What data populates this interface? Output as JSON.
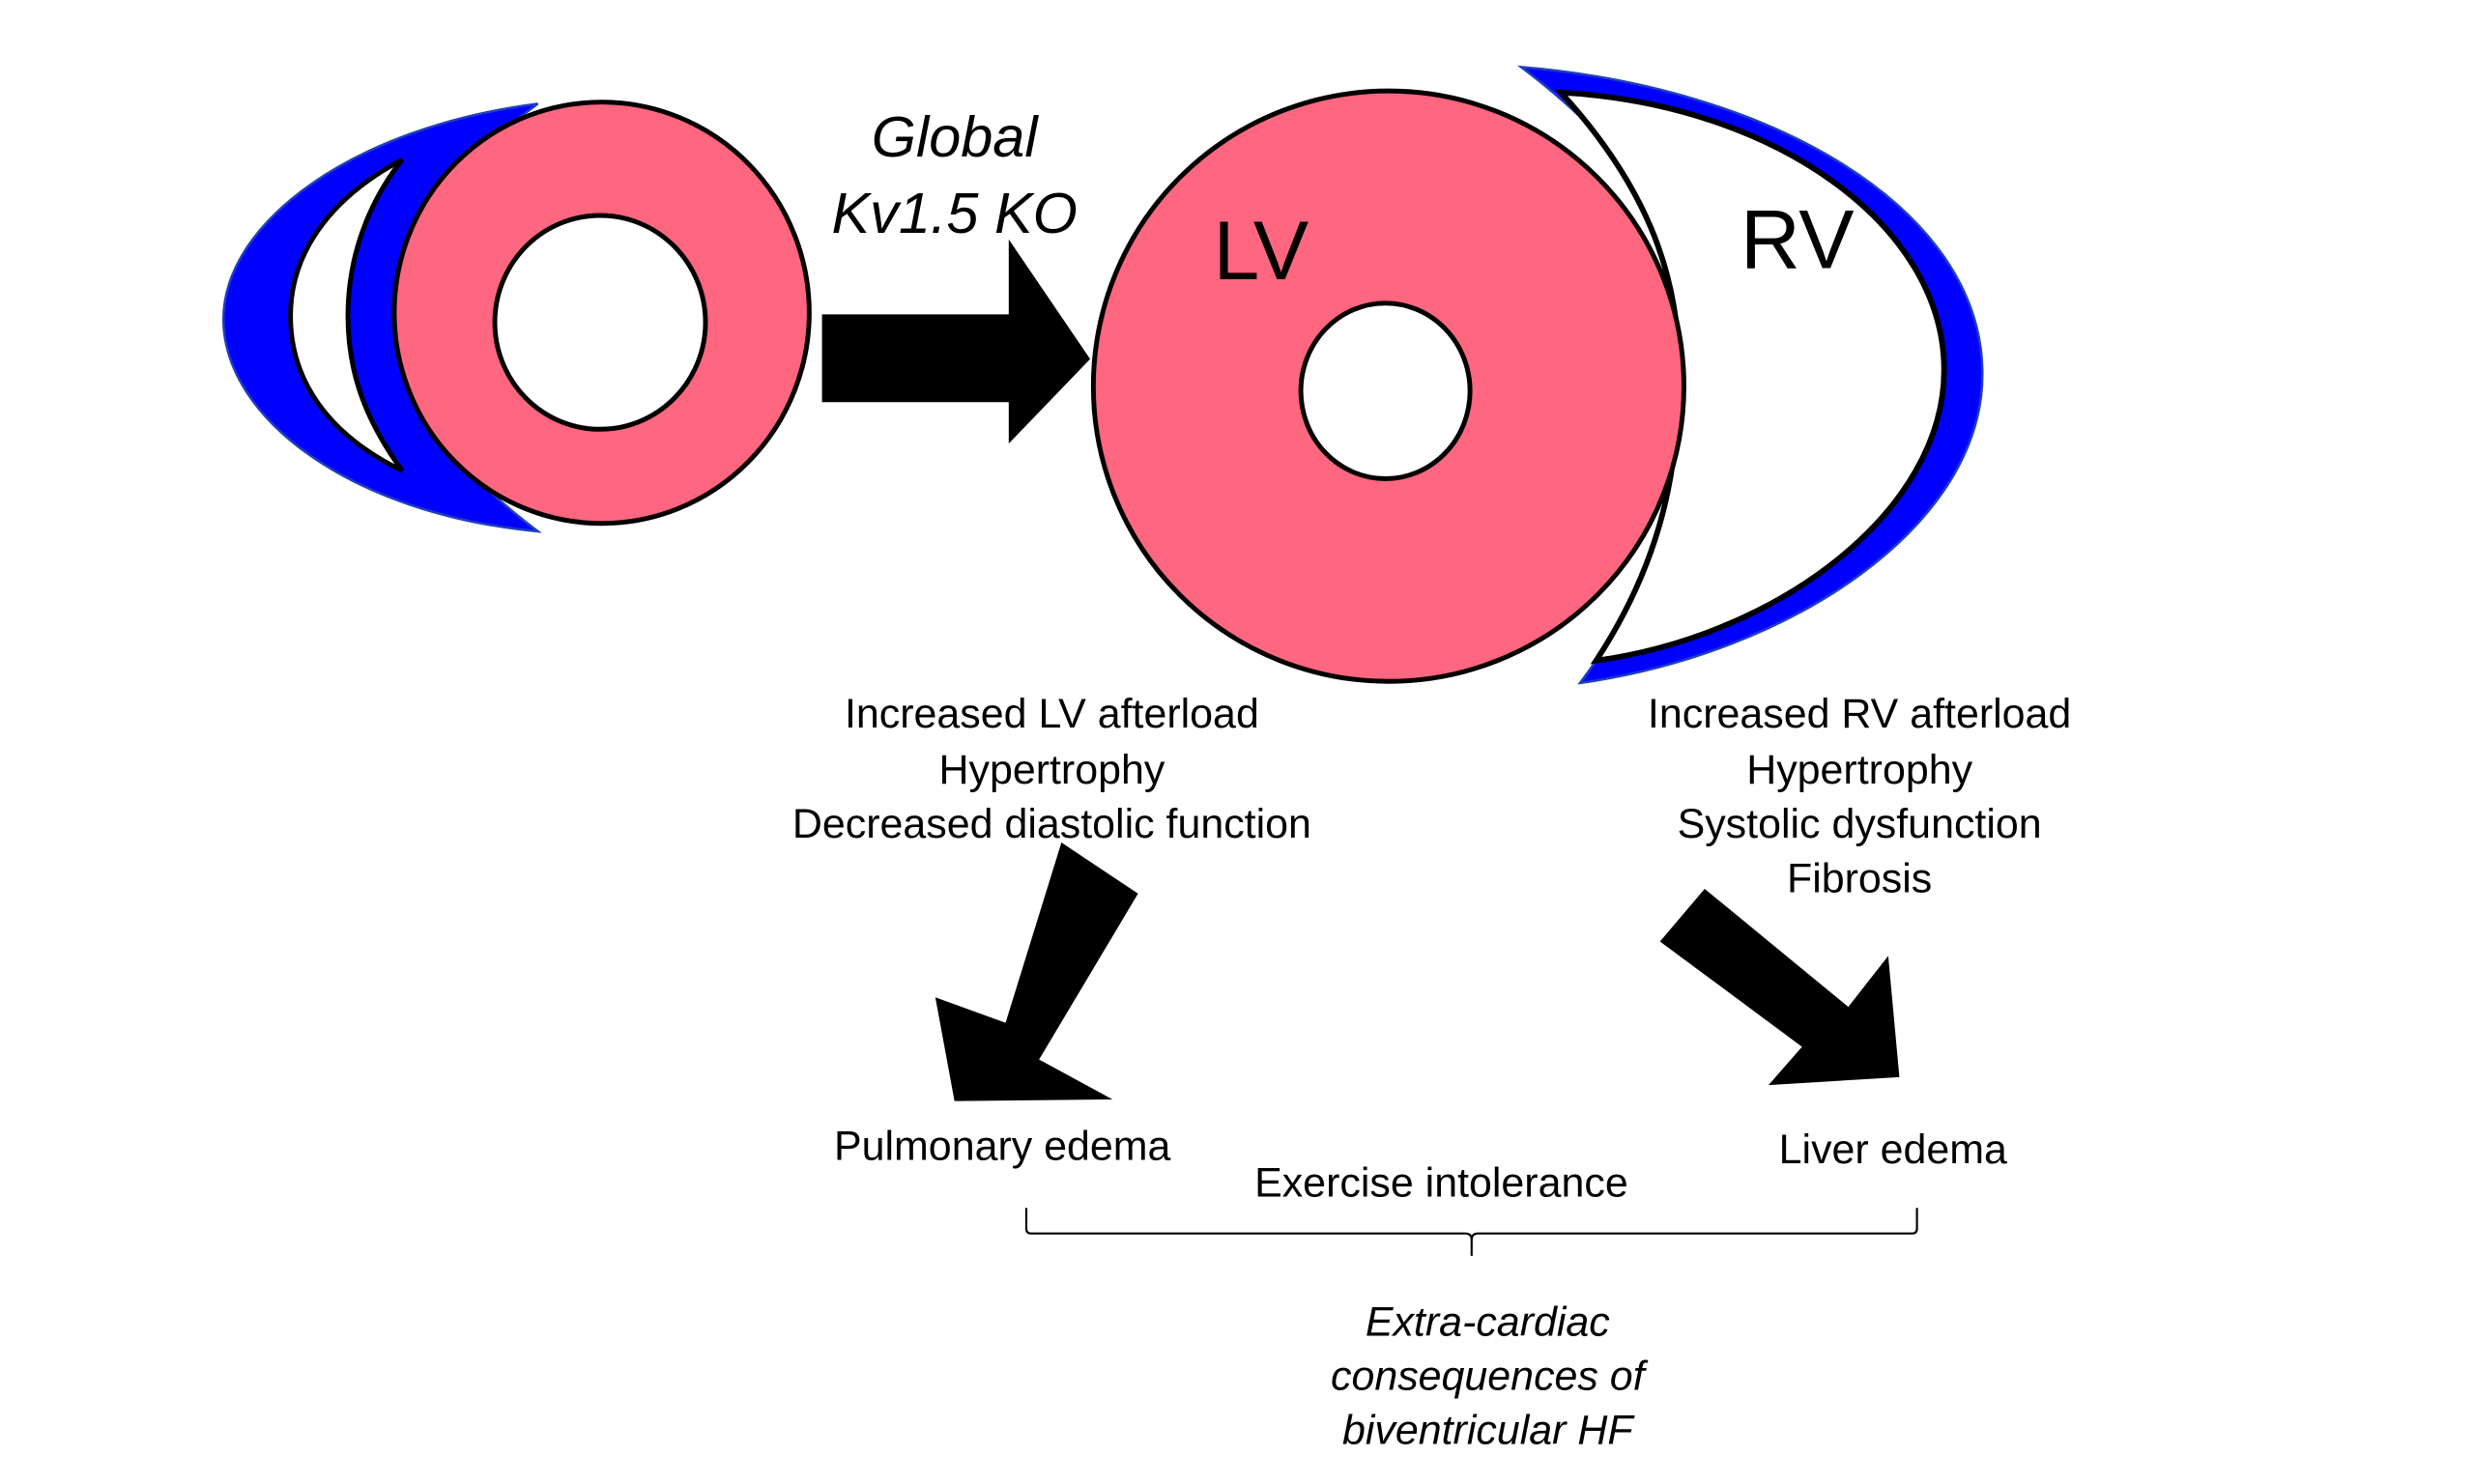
{
  "colors": {
    "myocardium": "#FF667F",
    "rv_wall": "#0000FF",
    "rv_wall_edge": "#1F3FBF",
    "outline": "#000000",
    "cavity": "#FFFFFF",
    "arrow": "#000000"
  },
  "intervention": {
    "line1": "Global",
    "line2": "Kv1.5 KO"
  },
  "chambers": {
    "lv": "LV",
    "rv": "RV"
  },
  "lv_effects": [
    "Increased LV afterload",
    "Hypertrophy",
    "Decreased diastolic function"
  ],
  "rv_effects": [
    "Increased RV afterload",
    "Hypertrophy",
    "Systolic dysfunction",
    "Fibrosis"
  ],
  "outcomes": {
    "pulmonary": "Pulmonary edema",
    "exercise": "Exercise intolerance",
    "liver": "Liver edema"
  },
  "summary": [
    "Extra-cardiac",
    "consequences of",
    "biventricular HF"
  ]
}
